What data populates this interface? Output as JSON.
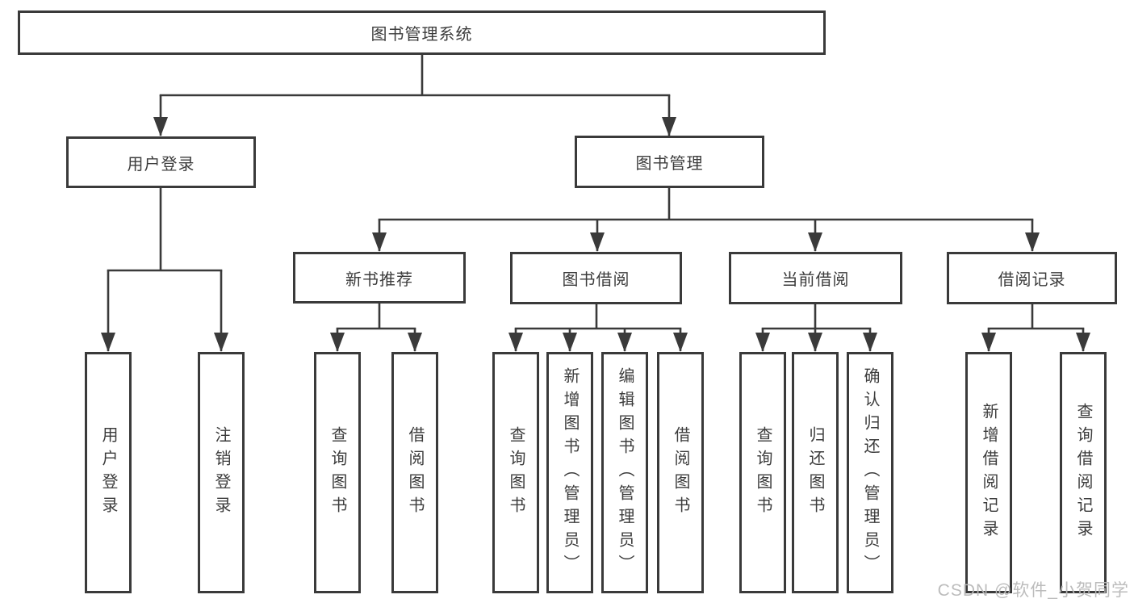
{
  "diagram": {
    "title": "图书管理系统",
    "level2": {
      "user_login": "用户登录",
      "book_management": "图书管理"
    },
    "level3": {
      "new_book_recommend": "新书推荐",
      "book_borrow": "图书借阅",
      "current_borrow": "当前借阅",
      "borrow_records": "借阅记录"
    },
    "leaves": {
      "user_login": [
        "用户登录",
        "注销登录"
      ],
      "new_book_recommend": [
        "查询图书",
        "借阅图书"
      ],
      "book_borrow": [
        "查询图书",
        "新增图书（管理员）",
        "编辑图书（管理员）",
        "借阅图书"
      ],
      "current_borrow": [
        "查询图书",
        "归还图书",
        "确认归还（管理员）"
      ],
      "borrow_records": [
        "新增借阅记录",
        "查询借阅记录"
      ]
    },
    "colors": {
      "line": "#3a3a3a",
      "text": "#3c3c3c",
      "background": "#ffffff",
      "watermark": "#b8b8b8"
    }
  },
  "watermark": {
    "text": "CSDN @软件_小贺同学"
  }
}
